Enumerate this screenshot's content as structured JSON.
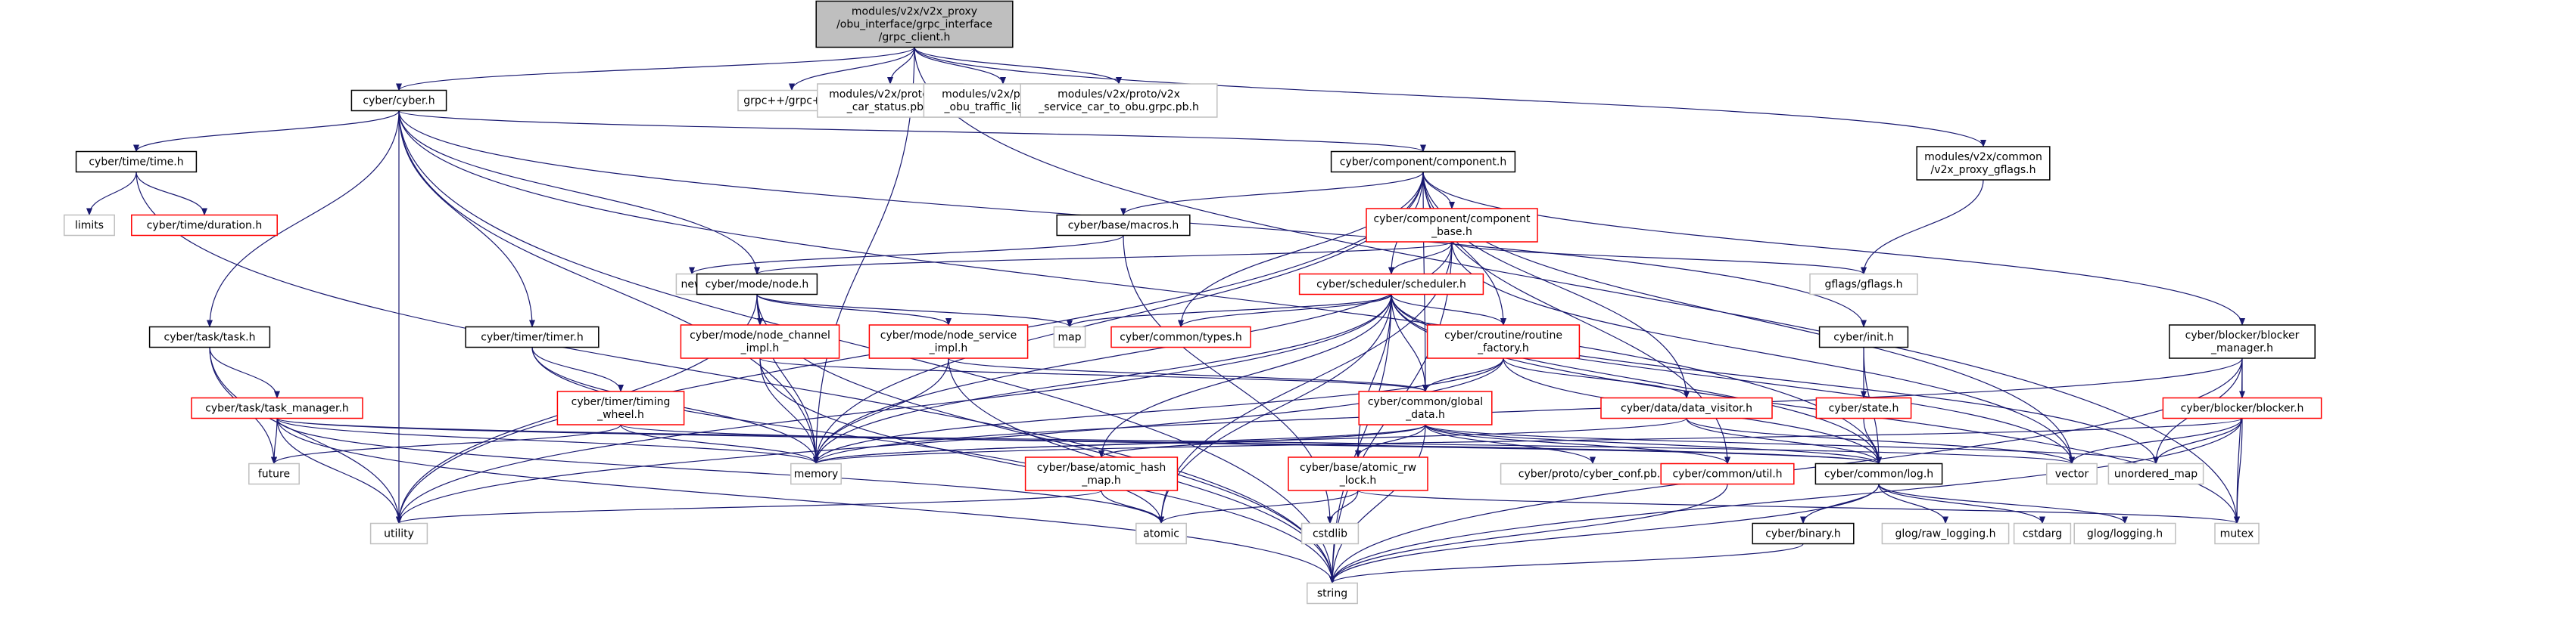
{
  "colors": {
    "edge": "#191970",
    "root_fill": "#bfbfbf",
    "documented_border": "#000000",
    "red_border": "#ff0000",
    "external_border": "#bfbfbf",
    "text": "#000000"
  },
  "nodes": [
    {
      "id": "root",
      "lines": [
        "modules/v2x/v2x_proxy",
        "/obu_interface/grpc_interface",
        "/grpc_client.h"
      ],
      "style": "root"
    },
    {
      "id": "cyber_h",
      "lines": [
        "cyber/cyber.h"
      ],
      "style": "doc"
    },
    {
      "id": "grpcpp",
      "lines": [
        "grpc++/grpc++.h"
      ],
      "style": "ext"
    },
    {
      "id": "car_status",
      "lines": [
        "modules/v2x/proto/v2x",
        "_car_status.pb.h"
      ],
      "style": "ext"
    },
    {
      "id": "traffic_light",
      "lines": [
        "modules/v2x/proto/v2x",
        "_obu_traffic_light.pb.h"
      ],
      "style": "ext"
    },
    {
      "id": "service_grpc",
      "lines": [
        "modules/v2x/proto/v2x",
        "_service_car_to_obu.grpc.pb.h"
      ],
      "style": "ext"
    },
    {
      "id": "v2x_gflags",
      "lines": [
        "modules/v2x/common",
        "/v2x_proxy_gflags.h"
      ],
      "style": "doc"
    },
    {
      "id": "time_h",
      "lines": [
        "cyber/time/time.h"
      ],
      "style": "doc"
    },
    {
      "id": "limits",
      "lines": [
        "limits"
      ],
      "style": "ext"
    },
    {
      "id": "duration_h",
      "lines": [
        "cyber/time/duration.h"
      ],
      "style": "red"
    },
    {
      "id": "component_h",
      "lines": [
        "cyber/component/component.h"
      ],
      "style": "doc"
    },
    {
      "id": "macros_h",
      "lines": [
        "cyber/base/macros.h"
      ],
      "style": "doc"
    },
    {
      "id": "component_base",
      "lines": [
        "cyber/component/component",
        "_base.h"
      ],
      "style": "red"
    },
    {
      "id": "new",
      "lines": [
        "new"
      ],
      "style": "ext"
    },
    {
      "id": "node_h",
      "lines": [
        "cyber/mode/node.h"
      ],
      "style": "doc"
    },
    {
      "id": "gflags",
      "lines": [
        "gflags/gflags.h"
      ],
      "style": "ext"
    },
    {
      "id": "scheduler_h",
      "lines": [
        "cyber/scheduler/scheduler.h"
      ],
      "style": "red"
    },
    {
      "id": "map",
      "lines": [
        "map"
      ],
      "style": "ext"
    },
    {
      "id": "types_h",
      "lines": [
        "cyber/common/types.h"
      ],
      "style": "red"
    },
    {
      "id": "task_h",
      "lines": [
        "cyber/task/task.h"
      ],
      "style": "doc"
    },
    {
      "id": "timer_h",
      "lines": [
        "cyber/timer/timer.h"
      ],
      "style": "doc"
    },
    {
      "id": "node_channel",
      "lines": [
        "cyber/mode/node_channel",
        "_impl.h"
      ],
      "style": "red"
    },
    {
      "id": "node_service",
      "lines": [
        "cyber/mode/node_service",
        "_impl.h"
      ],
      "style": "red"
    },
    {
      "id": "routine_factory",
      "lines": [
        "cyber/croutine/routine",
        "_factory.h"
      ],
      "style": "red"
    },
    {
      "id": "init_h",
      "lines": [
        "cyber/init.h"
      ],
      "style": "doc"
    },
    {
      "id": "blocker_manager",
      "lines": [
        "cyber/blocker/blocker",
        "_manager.h"
      ],
      "style": "doc"
    },
    {
      "id": "task_manager",
      "lines": [
        "cyber/task/task_manager.h"
      ],
      "style": "red"
    },
    {
      "id": "timing_wheel",
      "lines": [
        "cyber/timer/timing",
        "_wheel.h"
      ],
      "style": "red"
    },
    {
      "id": "global_data",
      "lines": [
        "cyber/common/global",
        "_data.h"
      ],
      "style": "red"
    },
    {
      "id": "data_visitor",
      "lines": [
        "cyber/data/data_visitor.h"
      ],
      "style": "red"
    },
    {
      "id": "state_h",
      "lines": [
        "cyber/state.h"
      ],
      "style": "red"
    },
    {
      "id": "blocker_h",
      "lines": [
        "cyber/blocker/blocker.h"
      ],
      "style": "red"
    },
    {
      "id": "future",
      "lines": [
        "future"
      ],
      "style": "ext"
    },
    {
      "id": "memory",
      "lines": [
        "memory"
      ],
      "style": "ext"
    },
    {
      "id": "atomic_hash_map",
      "lines": [
        "cyber/base/atomic_hash",
        "_map.h"
      ],
      "style": "red"
    },
    {
      "id": "atomic_rw_lock",
      "lines": [
        "cyber/base/atomic_rw",
        "_lock.h"
      ],
      "style": "red"
    },
    {
      "id": "cyber_conf",
      "lines": [
        "cyber/proto/cyber_conf.pb.h"
      ],
      "style": "ext"
    },
    {
      "id": "util_h",
      "lines": [
        "cyber/common/util.h"
      ],
      "style": "red"
    },
    {
      "id": "log_h",
      "lines": [
        "cyber/common/log.h"
      ],
      "style": "doc"
    },
    {
      "id": "vector",
      "lines": [
        "vector"
      ],
      "style": "ext"
    },
    {
      "id": "unordered_map",
      "lines": [
        "unordered_map"
      ],
      "style": "ext"
    },
    {
      "id": "utility",
      "lines": [
        "utility"
      ],
      "style": "ext"
    },
    {
      "id": "atomic",
      "lines": [
        "atomic"
      ],
      "style": "ext"
    },
    {
      "id": "cstdlib",
      "lines": [
        "cstdlib"
      ],
      "style": "ext"
    },
    {
      "id": "mutex",
      "lines": [
        "mutex"
      ],
      "style": "ext"
    },
    {
      "id": "binary_h",
      "lines": [
        "cyber/binary.h"
      ],
      "style": "doc"
    },
    {
      "id": "raw_logging",
      "lines": [
        "glog/raw_logging.h"
      ],
      "style": "ext"
    },
    {
      "id": "cstdarg",
      "lines": [
        "cstdarg"
      ],
      "style": "ext"
    },
    {
      "id": "glog_logging",
      "lines": [
        "glog/logging.h"
      ],
      "style": "ext"
    },
    {
      "id": "string",
      "lines": [
        "string"
      ],
      "style": "ext"
    }
  ],
  "edges": [
    [
      "root",
      "cyber_h"
    ],
    [
      "root",
      "grpcpp"
    ],
    [
      "root",
      "car_status"
    ],
    [
      "root",
      "traffic_light"
    ],
    [
      "root",
      "service_grpc"
    ],
    [
      "root",
      "v2x_gflags"
    ],
    [
      "root",
      "memory"
    ],
    [
      "root",
      "mutex"
    ],
    [
      "cyber_h",
      "time_h"
    ],
    [
      "cyber_h",
      "component_h"
    ],
    [
      "cyber_h",
      "node_h"
    ],
    [
      "cyber_h",
      "task_h"
    ],
    [
      "cyber_h",
      "timer_h"
    ],
    [
      "cyber_h",
      "init_h"
    ],
    [
      "cyber_h",
      "log_h"
    ],
    [
      "cyber_h",
      "memory"
    ],
    [
      "cyber_h",
      "utility"
    ],
    [
      "cyber_h",
      "string"
    ],
    [
      "v2x_gflags",
      "gflags"
    ],
    [
      "time_h",
      "limits"
    ],
    [
      "time_h",
      "duration_h"
    ],
    [
      "time_h",
      "string"
    ],
    [
      "component_h",
      "macros_h"
    ],
    [
      "component_h",
      "component_base"
    ],
    [
      "component_h",
      "scheduler_h"
    ],
    [
      "component_h",
      "types_h"
    ],
    [
      "component_h",
      "routine_factory"
    ],
    [
      "component_h",
      "global_data"
    ],
    [
      "component_h",
      "data_visitor"
    ],
    [
      "component_h",
      "blocker_manager"
    ],
    [
      "component_h",
      "util_h"
    ],
    [
      "component_h",
      "memory"
    ],
    [
      "component_h",
      "utility"
    ],
    [
      "component_h",
      "vector"
    ],
    [
      "macros_h",
      "new"
    ],
    [
      "macros_h",
      "cstdlib"
    ],
    [
      "component_base",
      "node_h"
    ],
    [
      "component_base",
      "scheduler_h"
    ],
    [
      "component_base",
      "gflags"
    ],
    [
      "component_base",
      "memory"
    ],
    [
      "component_base",
      "atomic"
    ],
    [
      "component_base",
      "vector"
    ],
    [
      "component_base",
      "string"
    ],
    [
      "node_h",
      "map"
    ],
    [
      "node_h",
      "node_channel"
    ],
    [
      "node_h",
      "node_service"
    ],
    [
      "node_h",
      "memory"
    ],
    [
      "node_h",
      "string"
    ],
    [
      "node_h",
      "utility"
    ],
    [
      "scheduler_h",
      "map"
    ],
    [
      "scheduler_h",
      "types_h"
    ],
    [
      "scheduler_h",
      "routine_factory"
    ],
    [
      "scheduler_h",
      "global_data"
    ],
    [
      "scheduler_h",
      "atomic_hash_map"
    ],
    [
      "scheduler_h",
      "atomic_rw_lock"
    ],
    [
      "scheduler_h",
      "log_h"
    ],
    [
      "scheduler_h",
      "memory"
    ],
    [
      "scheduler_h",
      "vector"
    ],
    [
      "scheduler_h",
      "unordered_map"
    ],
    [
      "scheduler_h",
      "mutex"
    ],
    [
      "scheduler_h",
      "atomic"
    ],
    [
      "scheduler_h",
      "string"
    ],
    [
      "scheduler_h",
      "utility"
    ],
    [
      "task_h",
      "task_manager"
    ],
    [
      "task_h",
      "future"
    ],
    [
      "task_h",
      "utility"
    ],
    [
      "timer_h",
      "timing_wheel"
    ],
    [
      "timer_h",
      "memory"
    ],
    [
      "timer_h",
      "atomic"
    ],
    [
      "node_channel",
      "global_data"
    ],
    [
      "node_channel",
      "memory"
    ],
    [
      "node_channel",
      "string"
    ],
    [
      "node_service",
      "global_data"
    ],
    [
      "node_service",
      "memory"
    ],
    [
      "node_service",
      "string"
    ],
    [
      "routine_factory",
      "global_data"
    ],
    [
      "routine_factory",
      "data_visitor"
    ],
    [
      "routine_factory",
      "log_h"
    ],
    [
      "routine_factory",
      "memory"
    ],
    [
      "routine_factory",
      "utility"
    ],
    [
      "init_h",
      "state_h"
    ],
    [
      "init_h",
      "log_h"
    ],
    [
      "blocker_manager",
      "blocker_h"
    ],
    [
      "blocker_manager",
      "memory"
    ],
    [
      "blocker_manager",
      "mutex"
    ],
    [
      "blocker_manager",
      "string"
    ],
    [
      "blocker_manager",
      "unordered_map"
    ],
    [
      "task_manager",
      "future"
    ],
    [
      "task_manager",
      "log_h"
    ],
    [
      "task_manager",
      "memory"
    ],
    [
      "task_manager",
      "string"
    ],
    [
      "task_manager",
      "utility"
    ],
    [
      "task_manager",
      "vector"
    ],
    [
      "task_manager",
      "atomic"
    ],
    [
      "timing_wheel",
      "future"
    ],
    [
      "timing_wheel",
      "memory"
    ],
    [
      "timing_wheel",
      "log_h"
    ],
    [
      "global_data",
      "atomic_hash_map"
    ],
    [
      "global_data",
      "atomic_rw_lock"
    ],
    [
      "global_data",
      "cyber_conf"
    ],
    [
      "global_data",
      "util_h"
    ],
    [
      "global_data",
      "log_h"
    ],
    [
      "global_data",
      "memory"
    ],
    [
      "global_data",
      "string"
    ],
    [
      "global_data",
      "unordered_map"
    ],
    [
      "data_visitor",
      "log_h"
    ],
    [
      "data_visitor",
      "memory"
    ],
    [
      "data_visitor",
      "vector"
    ],
    [
      "state_h",
      "log_h"
    ],
    [
      "blocker_h",
      "vector"
    ],
    [
      "blocker_h",
      "mutex"
    ],
    [
      "blocker_h",
      "memory"
    ],
    [
      "blocker_h",
      "string"
    ],
    [
      "blocker_h",
      "unordered_map"
    ],
    [
      "atomic_hash_map",
      "atomic"
    ],
    [
      "atomic_hash_map",
      "utility"
    ],
    [
      "atomic_rw_lock",
      "atomic"
    ],
    [
      "atomic_rw_lock",
      "cstdlib"
    ],
    [
      "atomic_rw_lock",
      "mutex"
    ],
    [
      "util_h",
      "string"
    ],
    [
      "log_h",
      "binary_h"
    ],
    [
      "log_h",
      "raw_logging"
    ],
    [
      "log_h",
      "cstdarg"
    ],
    [
      "log_h",
      "glog_logging"
    ],
    [
      "log_h",
      "string"
    ],
    [
      "binary_h",
      "string"
    ]
  ]
}
